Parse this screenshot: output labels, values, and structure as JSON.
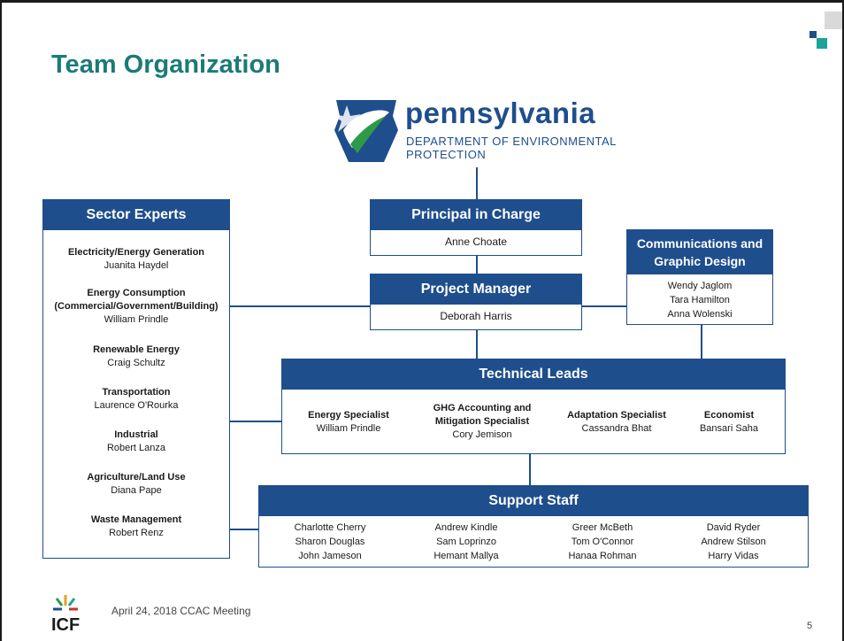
{
  "slide": {
    "title": "Team Organization",
    "footer": "April 24, 2018 CCAC Meeting",
    "page_number": "5"
  },
  "agency": {
    "name": "pennsylvania",
    "subtitle_line1": "DEPARTMENT OF ENVIRONMENTAL",
    "subtitle_line2": "PROTECTION"
  },
  "principal": {
    "title": "Principal in Charge",
    "name": "Anne Choate"
  },
  "project_manager": {
    "title": "Project Manager",
    "name": "Deborah Harris"
  },
  "communications": {
    "title_line1": "Communications and",
    "title_line2": "Graphic Design",
    "members": [
      "Wendy Jaglom",
      "Tara Hamilton",
      "Anna Wolenski"
    ]
  },
  "sector_experts": {
    "title": "Sector Experts",
    "items": [
      {
        "role": "Electricity/Energy Generation",
        "name": "Juanita Haydel"
      },
      {
        "role": "Energy Consumption",
        "role2": "(Commercial/Government/Building)",
        "name": "William Prindle"
      },
      {
        "role": "Renewable Energy",
        "name": "Craig Schultz"
      },
      {
        "role": "Transportation",
        "name": "Laurence O'Rourka"
      },
      {
        "role": "Industrial",
        "name": "Robert Lanza"
      },
      {
        "role": "Agriculture/Land Use",
        "name": "Diana Pape"
      },
      {
        "role": "Waste Management",
        "name": "Robert Renz"
      }
    ]
  },
  "technical_leads": {
    "title": "Technical Leads",
    "items": [
      {
        "role": "Energy Specialist",
        "name": "William Prindle"
      },
      {
        "role": "GHG Accounting and",
        "role2": "Mitigation Specialist",
        "name": "Cory Jemison"
      },
      {
        "role": "Adaptation Specialist",
        "name": "Cassandra Bhat"
      },
      {
        "role": "Economist",
        "name": "Bansari Saha"
      }
    ]
  },
  "support_staff": {
    "title": "Support Staff",
    "columns": [
      [
        "Charlotte Cherry",
        "Sharon Douglas",
        "John Jameson"
      ],
      [
        "Andrew Kindle",
        "Sam Loprinzo",
        "Hemant Mallya"
      ],
      [
        "Greer McBeth",
        "Tom O'Connor",
        "Hanaa Rohman"
      ],
      [
        "David Ryder",
        "Andrew Stilson",
        "Harry Vidas"
      ]
    ]
  },
  "colors": {
    "title": "#1b7b78",
    "box": "#1f4e8c",
    "accent_teal": "#1aa39a"
  },
  "icons": [
    "pennsylvania-keystone-logo",
    "icf-logo",
    "corner-mark-icon"
  ]
}
